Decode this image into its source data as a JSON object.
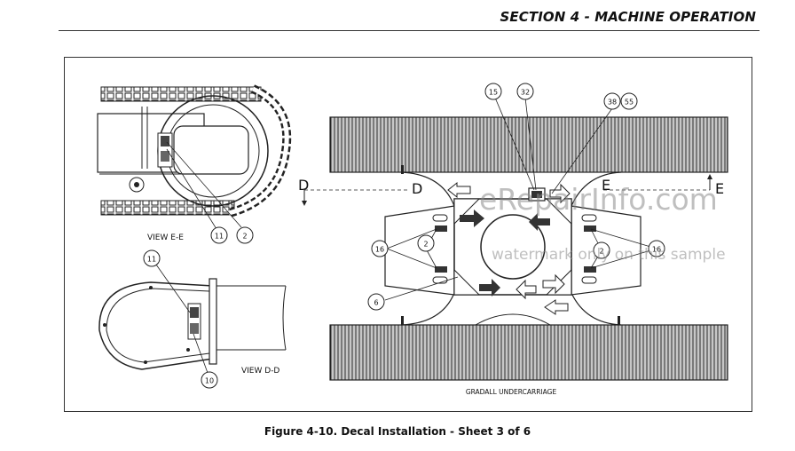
{
  "header": {
    "section_title": "SECTION 4 - MACHINE OPERATION"
  },
  "figure": {
    "caption": "Figure 4-10. Decal Installation - Sheet 3 of 6",
    "view_ee_label": "VIEW  E-E",
    "view_dd_label": "VIEW  D-D",
    "undercarriage_label": "GRADALL UNDERCARRIAGE",
    "section_marks": {
      "d_left": "D",
      "d_right": "D",
      "e_left": "E",
      "e_right": "E"
    },
    "callouts": {
      "ee_11": "11",
      "ee_2": "2",
      "dd_11": "11",
      "dd_10": "10",
      "uc_15": "15",
      "uc_32": "32",
      "uc_38": "38",
      "uc_55": "55",
      "uc_16_left": "16",
      "uc_2_left": "2",
      "uc_6": "6",
      "uc_2_right": "2",
      "uc_16_right": "16"
    }
  },
  "watermark": {
    "site": "eRepairInfo.com",
    "note": "watermark only on this sample"
  }
}
